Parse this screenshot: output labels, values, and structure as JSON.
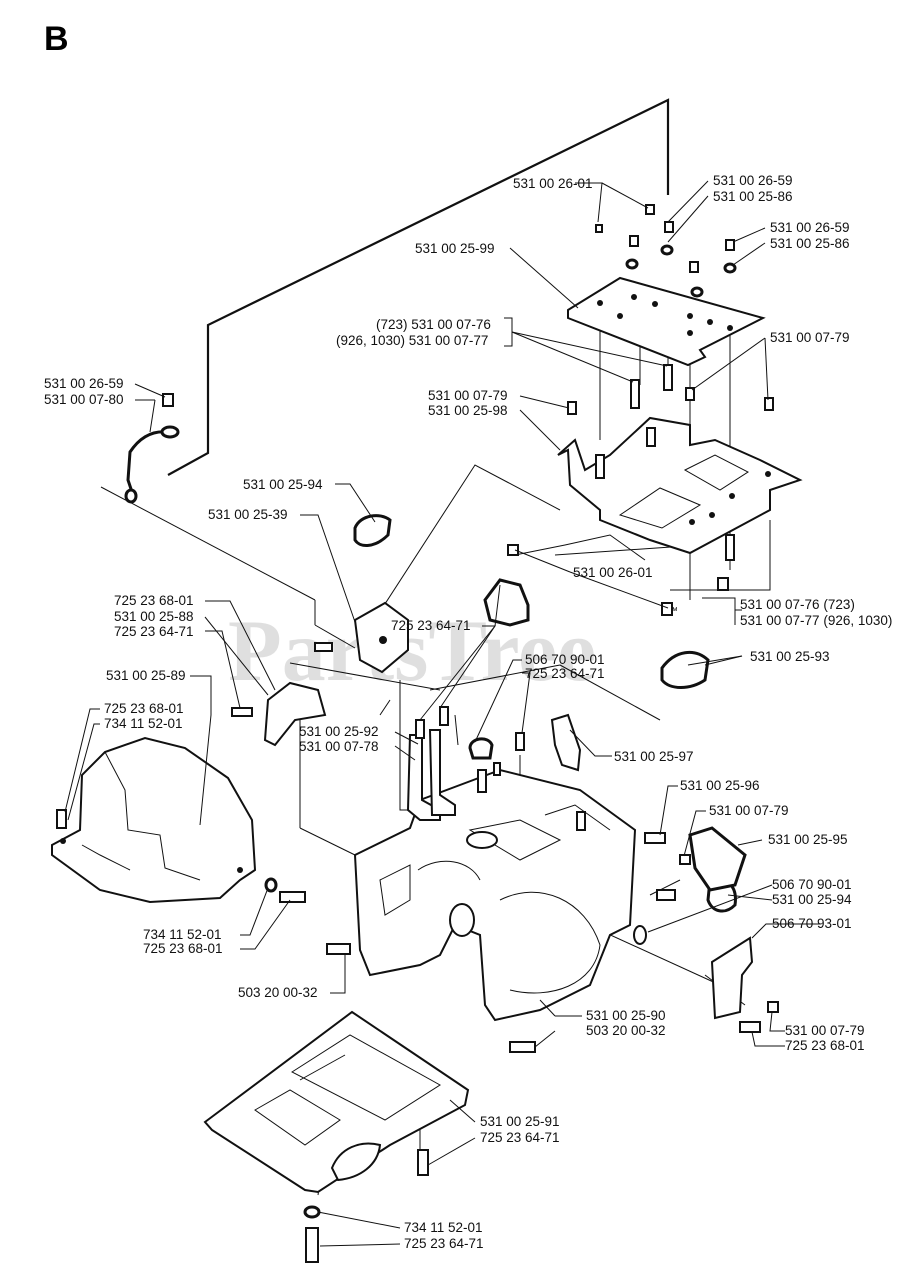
{
  "section_letter": "B",
  "watermark": "PartsTree",
  "watermark_tm": "™",
  "callouts": [
    "531 00 26-01",
    "531 00 26-59",
    "531 00 25-86",
    "531 00 26-59",
    "531 00 25-86",
    "531 00 25-99",
    "(723) 531 00 07-76",
    "(926, 1030) 531 00 07-77",
    "531 00 07-79",
    "531 00 26-59",
    "531 00 07-80",
    "531 00 07-79",
    "531 00 25-98",
    "531 00 25-94",
    "531 00 25-39",
    "531 00 26-01",
    "531 00 07-76 (723)",
    "531 00 07-77 (926, 1030)",
    "725 23 68-01",
    "531 00 25-88",
    "725 23 64-71",
    "725 23 64-71",
    "531 00 25-93",
    "506 70 90-01",
    "725 23 64-71",
    "531 00 25-89",
    "725 23 68-01",
    "734 11 52-01",
    "531 00 25-92",
    "531 00 07-78",
    "531 00 25-97",
    "531 00 25-96",
    "531 00 07-79",
    "531 00 25-95",
    "506 70 90-01",
    "531 00 25-94",
    "506 70 93-01",
    "734 11 52-01",
    "725 23 68-01",
    "503 20 00-32",
    "531 00 25-90",
    "503 20 00-32",
    "531 00 07-79",
    "725 23 68-01",
    "531 00 25-91",
    "725 23 64-71",
    "734 11 52-01",
    "725 23 64-71"
  ]
}
